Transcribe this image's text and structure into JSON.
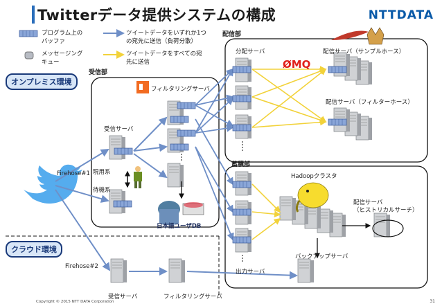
{
  "title": "Twitterデータ提供システムの構成",
  "logo": "NTTDATA",
  "legend": {
    "buffer": "プログラム上の\nバッファ",
    "queue": "メッセージング\nキュー",
    "arrow_blue": "ツイートデータをいずれか1つ\nの宛先に送信（負荷分散）",
    "arrow_yellow": "ツイートデータをすべての宛\n先に送信"
  },
  "env": {
    "onprem": "オンプレミス環境",
    "cloud": "クラウド環境"
  },
  "sections": {
    "receive": "受信部",
    "deliver": "配信部",
    "store": "蓄積部"
  },
  "labels": {
    "filter_server": "フィルタリングサーバ",
    "recv_server": "受信サーバ",
    "active": "現用系",
    "standby": "待機系",
    "firehose1": "Firehose#1",
    "firehose2": "Firehose#2",
    "jp_user_db": "日本語ユーザDB",
    "dist_server": "分配サーバ",
    "zmq": "ØMQ",
    "deliver_sample": "配信サーバ（サンプルホース）",
    "deliver_filter": "配信サーバ（フィルターホース）",
    "hadoop": "Hadoopクラスタ",
    "deliver_hist": "配信サーバ\n（ヒストリカルサーチ）",
    "backup": "バックアップサーバ",
    "output": "出力サーバ",
    "recv_server_cloud": "受信サーバ",
    "filter_server_cloud": "フィルタリングサーバ"
  },
  "footer": "Copyright © 2015 NTT DATA Corporation",
  "page": "31",
  "colors": {
    "blue_arrow": "#6f8fc7",
    "yellow_arrow": "#f2d23a",
    "buffer": "#8aa6d8",
    "server": "#b9bcc0"
  }
}
